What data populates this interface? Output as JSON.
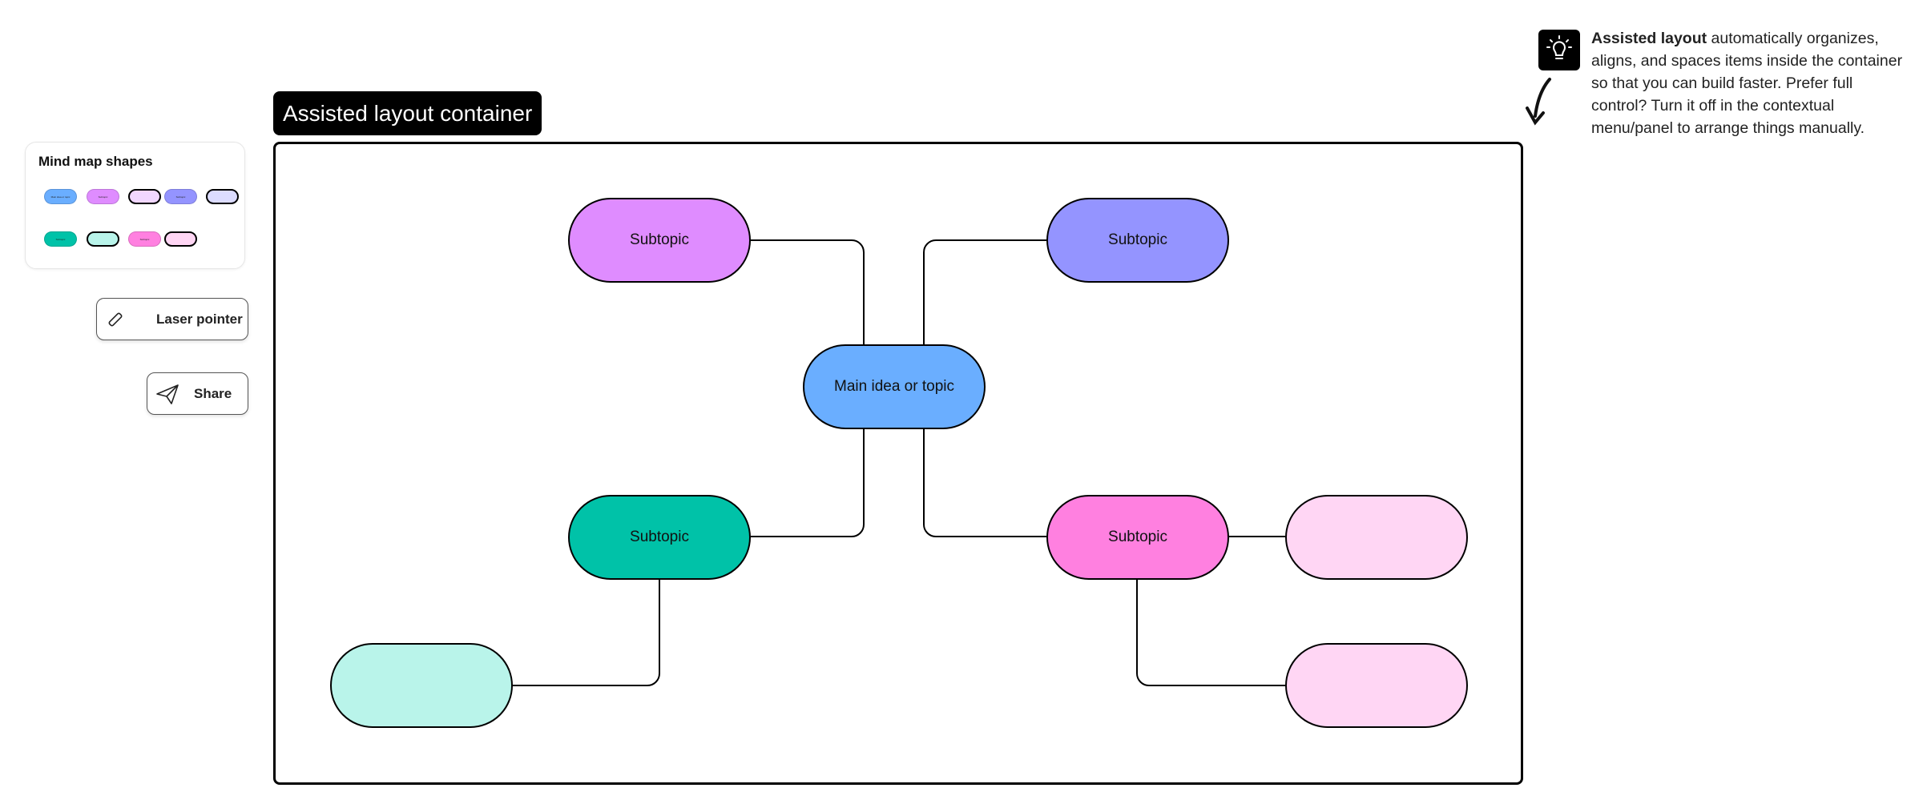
{
  "panel": {
    "title": "Mind map shapes",
    "chips": [
      {
        "label": "Main idea or topic",
        "color": "#6aaeff",
        "outlined": false
      },
      {
        "label": "Subtopic",
        "color": "#df8cff",
        "outlined": false
      },
      {
        "label": "",
        "color": "#f1d7ff",
        "outlined": true
      },
      {
        "label": "Subtopic",
        "color": "#9494ff",
        "outlined": false
      },
      {
        "label": "",
        "color": "#dcdcff",
        "outlined": true
      },
      {
        "label": "Subtopic",
        "color": "#00c2a8",
        "outlined": false
      },
      {
        "label": "",
        "color": "#b9f4ea",
        "outlined": true
      },
      {
        "label": "Subtopic",
        "color": "#ff80e0",
        "outlined": false
      },
      {
        "label": "",
        "color": "#ffd6f4",
        "outlined": true
      }
    ]
  },
  "tools": {
    "laser_label": "Laser pointer",
    "share_label": "Share"
  },
  "container": {
    "label": "Assisted layout container"
  },
  "mindmap": {
    "main": {
      "label": "Main idea or topic",
      "color": "#6aaeff"
    },
    "subtopics": [
      {
        "label": "Subtopic",
        "color": "#df8cff"
      },
      {
        "label": "Subtopic",
        "color": "#9494ff"
      },
      {
        "label": "Subtopic",
        "color": "#00c2a8"
      },
      {
        "label": "Subtopic",
        "color": "#ff80e0"
      }
    ],
    "empty_colors": {
      "teal_light": "#b9f4ea",
      "pink_light": "#ffd6f4"
    }
  },
  "tip": {
    "bold": "Assisted layout",
    "text": " automatically organizes, aligns, and spaces items inside the container so that you can build faster. Prefer full control? Turn it off in the contextual menu/panel to arrange things manually."
  }
}
